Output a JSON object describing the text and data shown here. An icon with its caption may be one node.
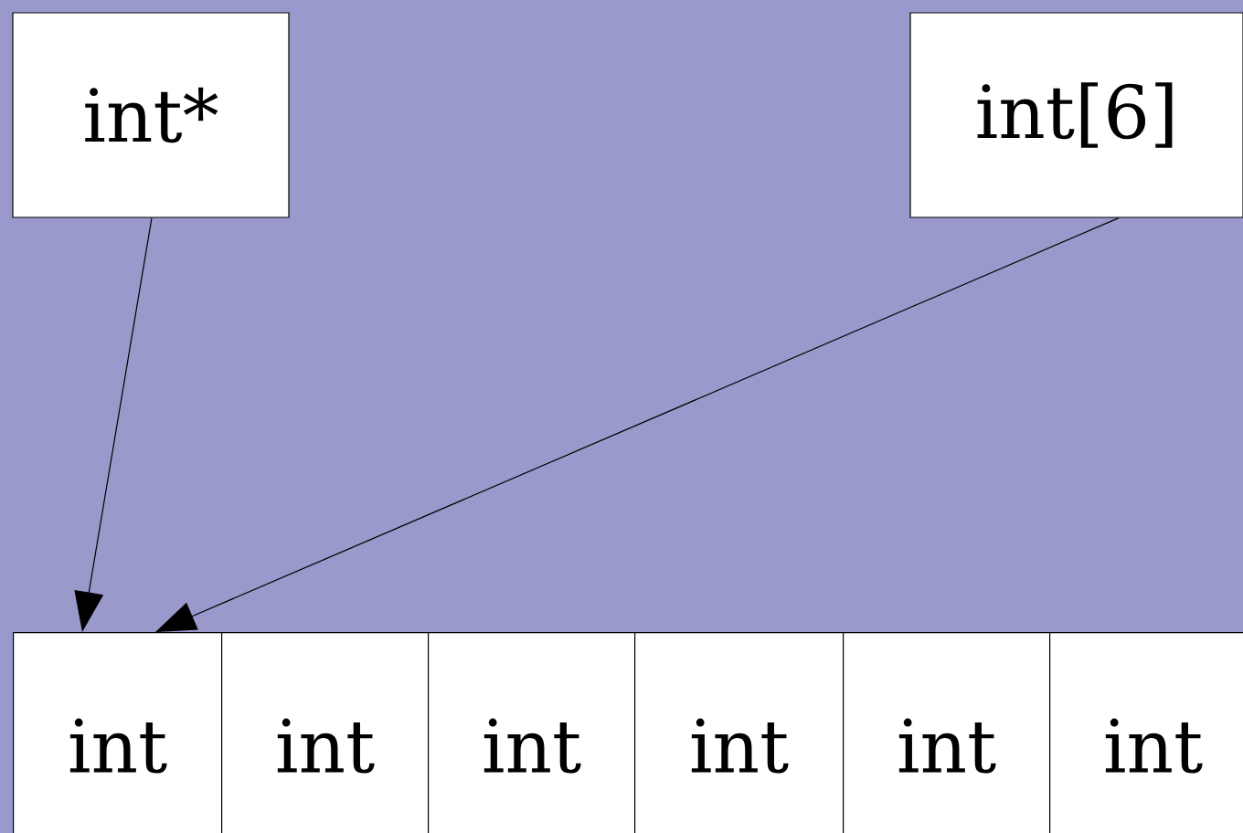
{
  "diagram": {
    "nodes": [
      {
        "text": [
          "int*"
        ]
      },
      {
        "text": [
          "int[6]"
        ]
      },
      {
        "text": [
          "int"
        ]
      },
      {
        "text": [
          "int"
        ]
      },
      {
        "text": [
          "int"
        ]
      },
      {
        "text": [
          "int"
        ]
      },
      {
        "text": [
          "int"
        ]
      },
      {
        "text": [
          "int"
        ]
      }
    ],
    "edges": [
      {
        "from": 0,
        "to": 2,
        "arrow": "to"
      },
      {
        "from": 1,
        "to": 2,
        "arrow": "to"
      }
    ]
  }
}
